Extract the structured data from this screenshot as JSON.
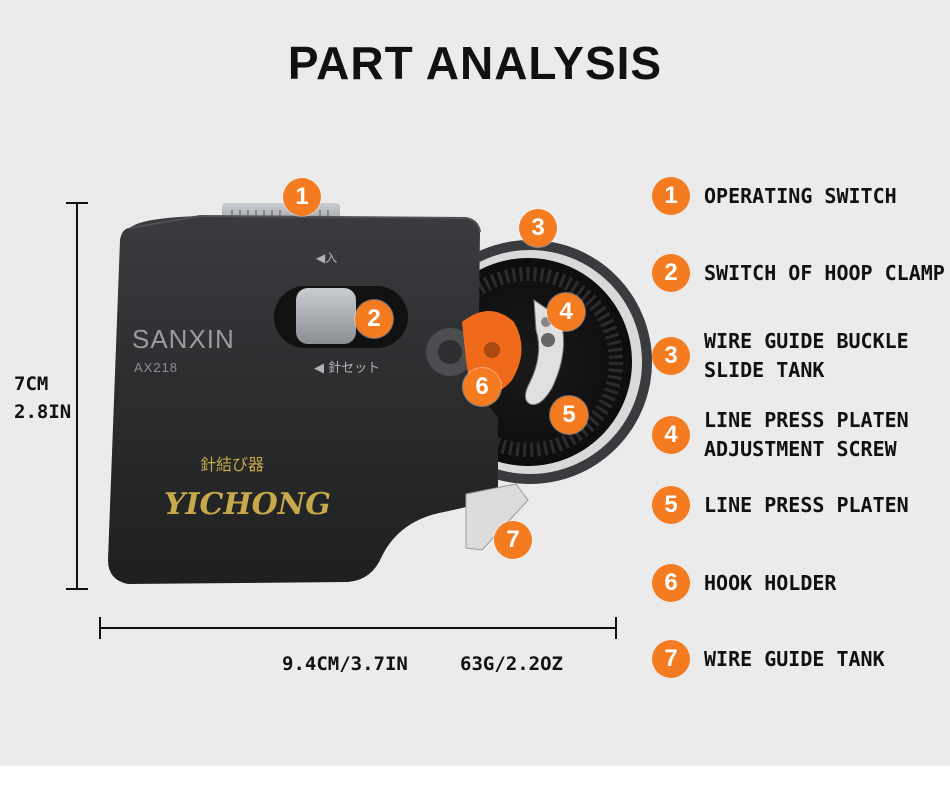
{
  "title": "PART ANALYSIS",
  "accent_color": "#f47b20",
  "device": {
    "brand": "SANXIN",
    "model": "AX218",
    "label_in": "◀入",
    "label_set": "◀ 針セット",
    "product_name_jp": "針結び器",
    "logo": "YICHONG",
    "color_body": "#2b2c2e"
  },
  "dimensions": {
    "height_cm": "7CM",
    "height_in": "2.8IN",
    "width": "9.4CM/3.7IN",
    "weight": "63G/2.2OZ"
  },
  "callouts": [
    "1",
    "2",
    "3",
    "4",
    "5",
    "6",
    "7"
  ],
  "legend": [
    {
      "num": "1",
      "label": "OPERATING SWITCH"
    },
    {
      "num": "2",
      "label": "SWITCH OF HOOP CLAMP"
    },
    {
      "num": "3",
      "label": "WIRE GUIDE BUCKLE\nSLIDE TANK"
    },
    {
      "num": "4",
      "label": "LINE PRESS PLATEN\nADJUSTMENT SCREW"
    },
    {
      "num": "5",
      "label": "LINE PRESS PLATEN"
    },
    {
      "num": "6",
      "label": "HOOK HOLDER"
    },
    {
      "num": "7",
      "label": "WIRE GUIDE TANK"
    }
  ]
}
